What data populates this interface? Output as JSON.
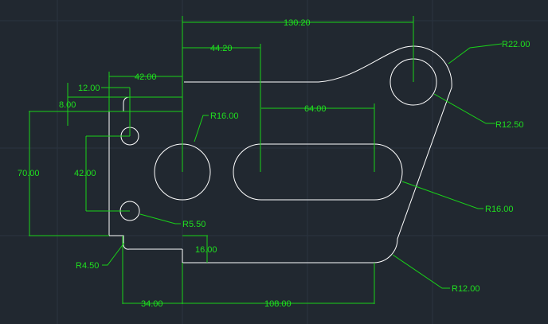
{
  "colors": {
    "background": "#212830",
    "geometry": "#ffffff",
    "dimension": "#19d219"
  },
  "dimensions": {
    "d130": "130.20",
    "d44": "44.20",
    "d42top": "42.00",
    "d12": "12.00",
    "d8": "8.00",
    "d70": "70.00",
    "d42left": "42.00",
    "d64": "64.00",
    "d16": "16.00",
    "d34": "34.00",
    "d108": "108.00"
  },
  "radii": {
    "r22": "R22.00",
    "r12_5": "R12.50",
    "r16a": "R16.00",
    "r16b": "R16.00",
    "r5_5": "R5.50",
    "r4_5": "R4.50",
    "r12": "R12.00"
  }
}
